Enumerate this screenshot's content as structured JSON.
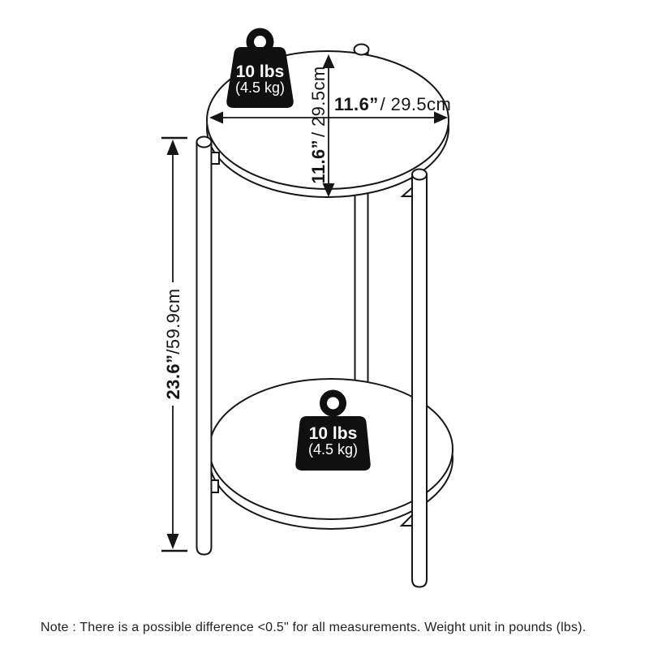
{
  "colors": {
    "ink": "#161616",
    "paper": "#ffffff",
    "weight_fill": "#101010",
    "weight_text": "#ffffff"
  },
  "weights": {
    "top": {
      "lbs": "10 lbs",
      "kg": "(4.5 kg)"
    },
    "shelf": {
      "lbs": "10 lbs",
      "kg": "(4.5 kg)"
    }
  },
  "dimensions": {
    "width": {
      "in": "11.6”",
      "cm": "/ 29.5cm"
    },
    "depth": {
      "in": "11.6”",
      "cm": "/ 29.5cm"
    },
    "height": {
      "in": "23.6”",
      "cm": "/59.9cm"
    }
  },
  "note": "Note : There is a possible difference <0.5\" for all measurements. Weight unit in pounds (lbs)."
}
